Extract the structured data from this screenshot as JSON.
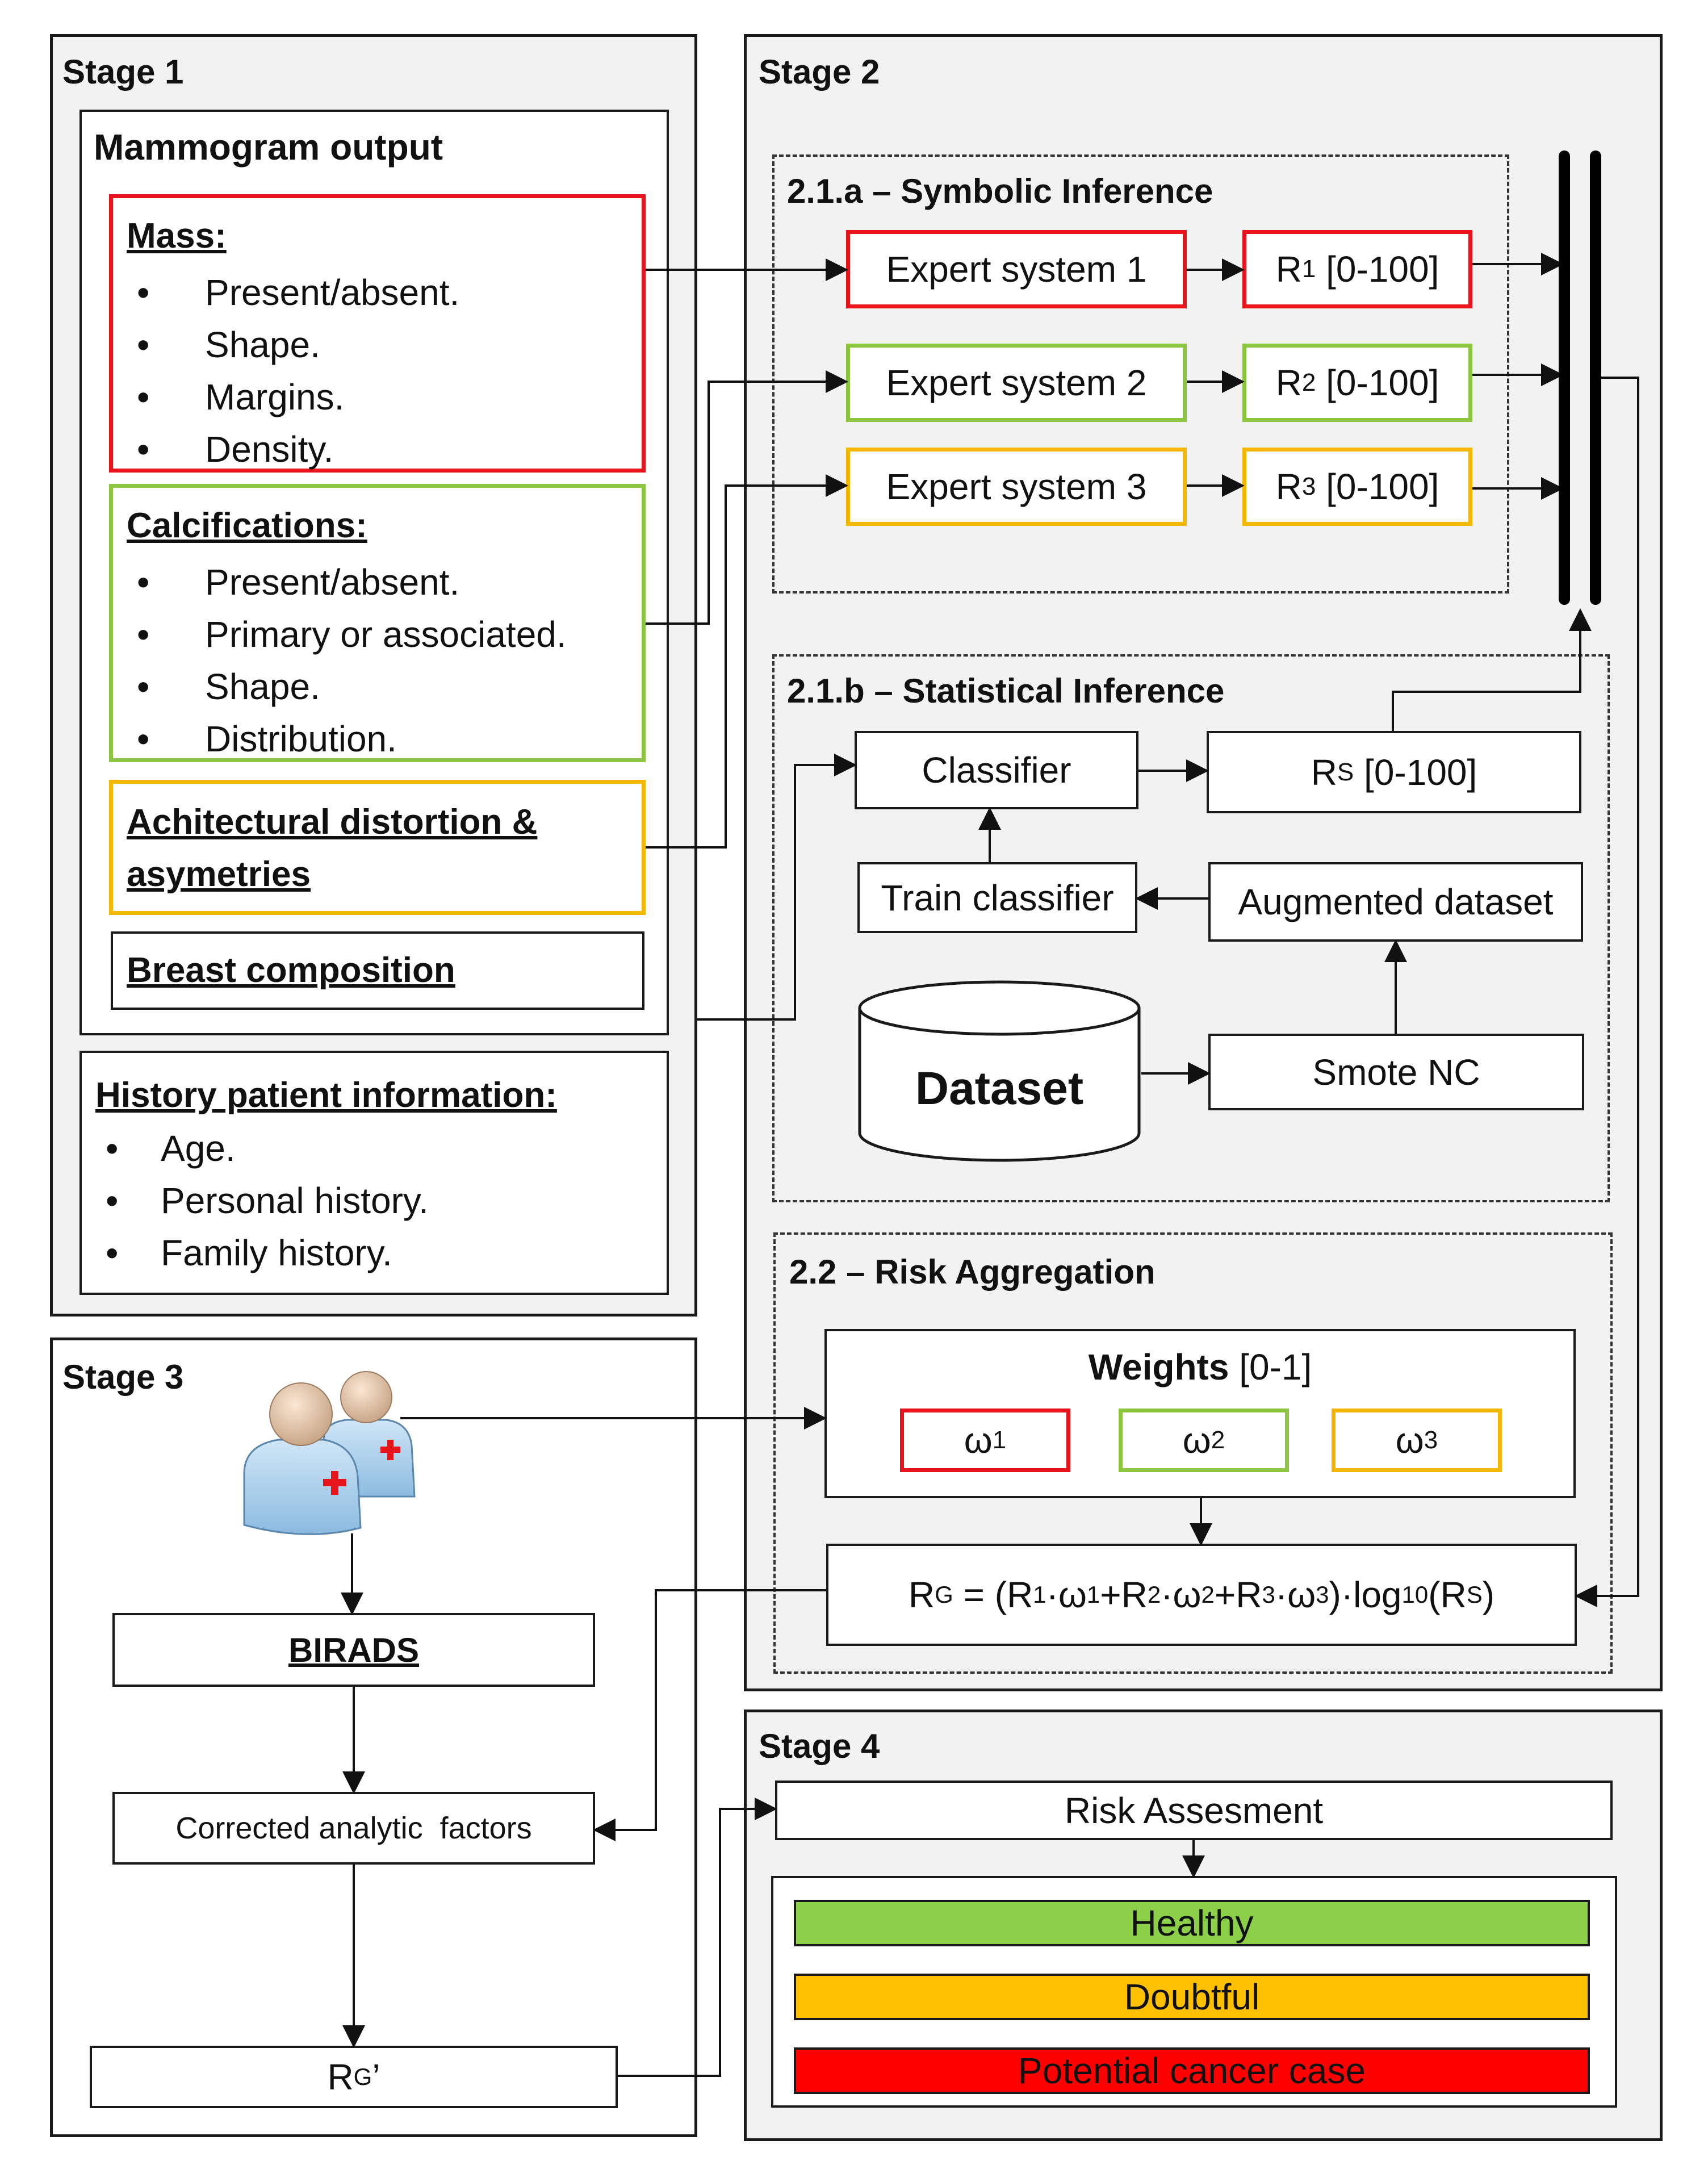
{
  "stage1": {
    "title": "Stage 1",
    "mammogram": {
      "title": "Mammogram output",
      "mass": {
        "title": "Mass:",
        "items": [
          "Present/absent.",
          "Shape.",
          "Margins.",
          "Density."
        ]
      },
      "calcifications": {
        "title": "Calcifications:",
        "items": [
          "Present/absent.",
          "Primary or associated.",
          "Shape.",
          "Distribution."
        ]
      },
      "distortion": {
        "line1": "Achitectural distortion &",
        "line2": "asymetries"
      },
      "composition": "Breast composition"
    },
    "history": {
      "title": "History patient information:",
      "items": [
        "Age.",
        "Personal history.",
        "Family history."
      ]
    }
  },
  "stage2": {
    "title": "Stage 2",
    "symbolic": {
      "title": "2.1.a – Symbolic Inference",
      "experts": [
        "Expert system 1",
        "Expert system 2",
        "Expert system 3"
      ],
      "results": [
        {
          "main": "R",
          "sub": "1",
          "range": " [0-100]"
        },
        {
          "main": "R",
          "sub": "2",
          "range": " [0-100]"
        },
        {
          "main": "R",
          "sub": "3",
          "range": " [0-100]"
        }
      ]
    },
    "statistical": {
      "title": "2.1.b – Statistical Inference",
      "classifier": "Classifier",
      "rs": {
        "main": "R",
        "sub": "S",
        "range": " [0-100]"
      },
      "train": "Train classifier",
      "augmented": "Augmented dataset",
      "dataset": "Dataset",
      "smote": "Smote NC"
    },
    "aggregation": {
      "title": "2.2 – Risk Aggregation",
      "weights_bold": "Weights",
      "weights_range": " [0-1]",
      "omegas": [
        {
          "main": "ω",
          "sub": "1"
        },
        {
          "main": "ω",
          "sub": "2"
        },
        {
          "main": "ω",
          "sub": "3"
        }
      ],
      "formula": {
        "p1": "R",
        "s1": "G",
        "p2": " = (R",
        "s2": "1",
        "p3": "·ω",
        "s3": "1",
        "p4": "+R",
        "s4": "2",
        "p5": "·ω",
        "s5": "2",
        "p6": "+R",
        "s6": "3",
        "p7": "·ω",
        "s7": "3",
        "p8": ")·log",
        "s8": "10",
        "p9": "(R",
        "s9": "S",
        "p10": ")"
      }
    }
  },
  "stage3": {
    "title": "Stage 3",
    "birads": "BIRADS",
    "corrected": "Corrected analytic  factors",
    "rg_prime": {
      "main": "R",
      "sub": "G",
      "suffix": "’"
    }
  },
  "stage4": {
    "title": "Stage 4",
    "assessment": "Risk Assesment",
    "levels": [
      {
        "label": "Healthy",
        "color": "#8cd04a"
      },
      {
        "label": "Doubtful",
        "color": "#ffc000"
      },
      {
        "label": "Potential cancer case",
        "color": "#ff0000"
      }
    ]
  },
  "colors": {
    "mass": "#e8141b",
    "calcifications": "#8cc63f",
    "distortion": "#f5b800",
    "stage_bg": "#f2f2f2"
  }
}
